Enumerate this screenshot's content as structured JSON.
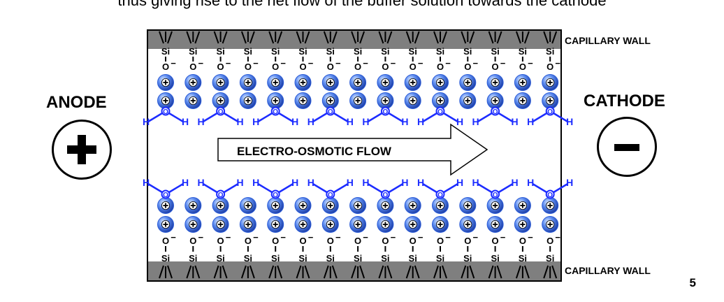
{
  "caption": "thus giving rise to the net flow of the buffer solution towards the cathode",
  "anode": {
    "label": "ANODE",
    "symbol": "+"
  },
  "cathode": {
    "label": "CATHODE",
    "symbol": "−"
  },
  "capillary": {
    "top_wall_label": "CAPILLARY WALL",
    "bottom_wall_label": "CAPILLARY WALL",
    "flow_label": "ELECTRO-OSMOTIC FLOW",
    "silicon_count": 15,
    "wall_atom": "Si",
    "surface_atom": "O",
    "surface_charge": "−",
    "cation_charge": "+",
    "water_oxygen": "O",
    "water_hydrogen": "H"
  },
  "colors": {
    "wall": "#7f7f7f",
    "cation": "#2a5bd7",
    "cation_highlight": "#bcd4ff",
    "water": "#1c2cff",
    "text": "#000000"
  },
  "page_number": "5"
}
